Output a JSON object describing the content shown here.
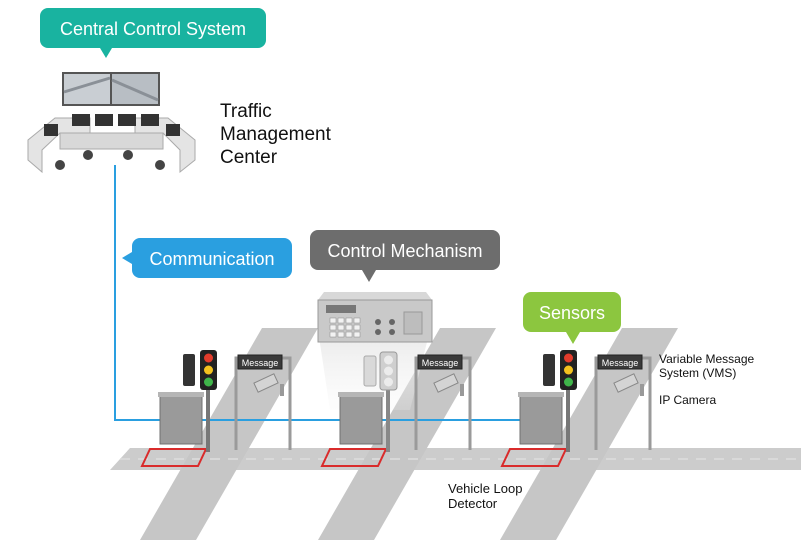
{
  "callouts": {
    "central_control": "Central Control System",
    "communication": "Communication",
    "control_mechanism": "Control Mechanism",
    "sensors": "Sensors"
  },
  "labels": {
    "tmc_line1": "Traffic",
    "tmc_line2": "Management",
    "tmc_line3": "Center",
    "vms_line1": "Variable Message",
    "vms_line2": "System (VMS)",
    "ip_camera": "IP Camera",
    "loop_line1": "Vehicle Loop",
    "loop_line2": "Detector"
  },
  "stations": [
    {
      "sign_text": "Message"
    },
    {
      "sign_text": "Message"
    },
    {
      "sign_text": "Message"
    }
  ],
  "colors": {
    "teal": "#19b3a0",
    "blue": "#2a9fe0",
    "gray_callout": "#6d6d6d",
    "green": "#8cc63f",
    "wire": "#2a9fe0",
    "road": "#c8c8c8",
    "loop": "#d92b2b"
  }
}
